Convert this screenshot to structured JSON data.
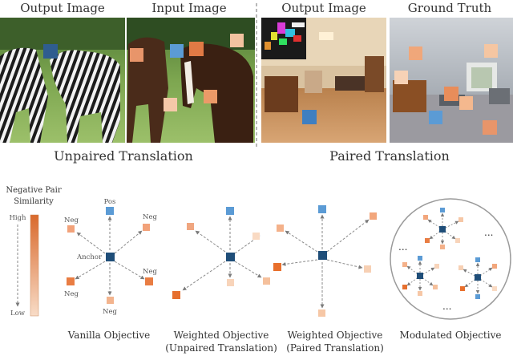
{
  "photo_panels": {
    "unpaired": {
      "output_header": "Output Image",
      "input_header": "Input Image",
      "caption": "Unpaired Translation"
    },
    "paired": {
      "output_header": "Output Image",
      "ground_truth_header": "Ground Truth",
      "caption": "Paired Translation"
    }
  },
  "similarity_bar": {
    "title_line1": "Negative Pair",
    "title_line2": "Similarity",
    "high_label": "High",
    "low_label": "Low",
    "color_high": "#d9692c",
    "color_low": "#f8dcc7"
  },
  "diagrams": {
    "vanilla": {
      "caption": "Vanilla Objective",
      "pos_label": "Pos",
      "anchor_label": "Anchor",
      "neg_label": "Neg"
    },
    "weighted_unpaired": {
      "caption_line1": "Weighted Objective",
      "caption_line2": "(Unpaired Translation)"
    },
    "weighted_paired": {
      "caption_line1": "Weighted Objective",
      "caption_line2": "(Paired Translation)"
    },
    "modulated": {
      "caption": "Modulated Objective",
      "ellipsis": "..."
    }
  },
  "colors": {
    "anchor": "#1f4e79",
    "positive": "#5b9bd5",
    "arrow": "#8a8a8a",
    "patch_blue": "#4a7fc1",
    "patch_orange": "#e8956a"
  }
}
